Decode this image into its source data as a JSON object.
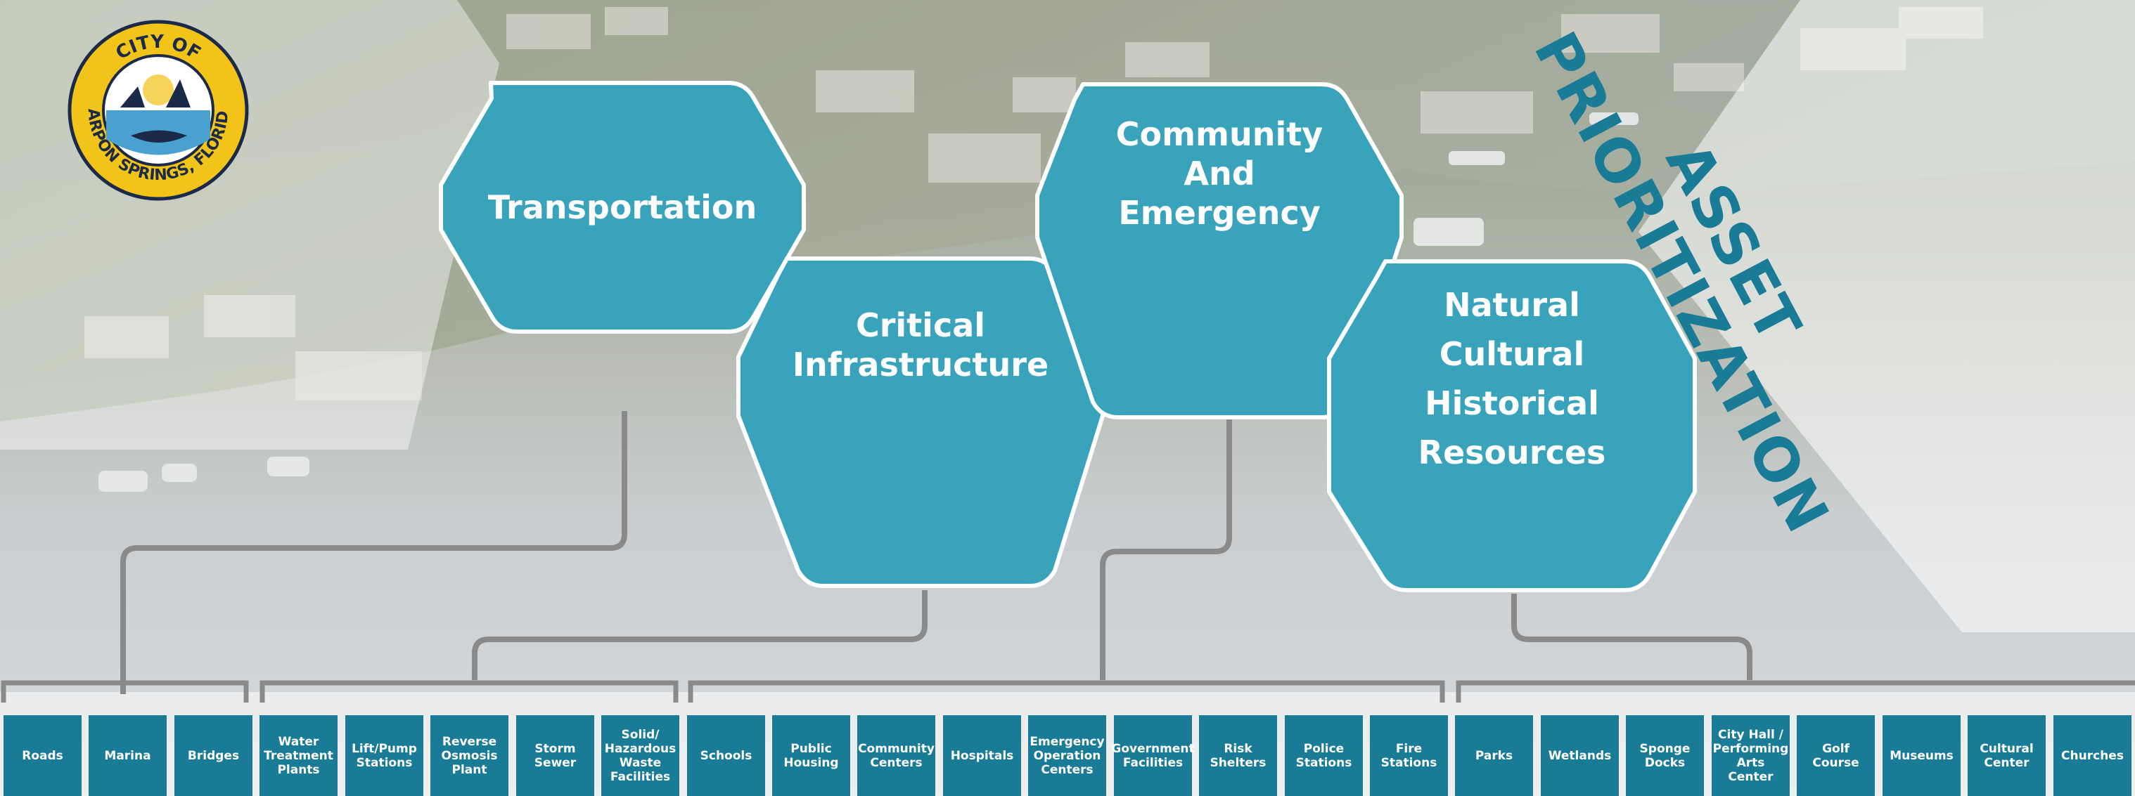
{
  "colors": {
    "teal": "#3aa3bc",
    "dark_teal": "#1a7b97",
    "connector": "#8a8a8a",
    "white": "#ffffff"
  },
  "logo": {
    "top_text": "CITY OF",
    "bottom_text": "TARPON SPRINGS, FLORIDA",
    "icon": "city-seal-icon"
  },
  "title": {
    "line1": "ASSET",
    "line2": "PRIORITIZATION"
  },
  "categories": [
    {
      "label": "Transportation"
    },
    {
      "label": "Critical\nInfrastructure"
    },
    {
      "label": "Community\nAnd\nEmergency"
    },
    {
      "label": "Natural\nCultural\nHistorical\nResources"
    }
  ],
  "assets": [
    "Roads",
    "Marina",
    "Bridges",
    "Water\nTreatment\nPlants",
    "Lift/Pump\nStations",
    "Reverse\nOsmosis\nPlant",
    "Storm\nSewer",
    "Solid/\nHazardous\nWaste\nFacilities",
    "Schools",
    "Public\nHousing",
    "Community\nCenters",
    "Hospitals",
    "Emergency\nOperation\nCenters",
    "Government\nFacilities",
    "Risk\nShelters",
    "Police\nStations",
    "Fire\nStations",
    "Parks",
    "Wetlands",
    "Sponge\nDocks",
    "City Hall /\nPerforming\nArts\nCenter",
    "Golf\nCourse",
    "Museums",
    "Cultural\nCenter",
    "Churches"
  ]
}
